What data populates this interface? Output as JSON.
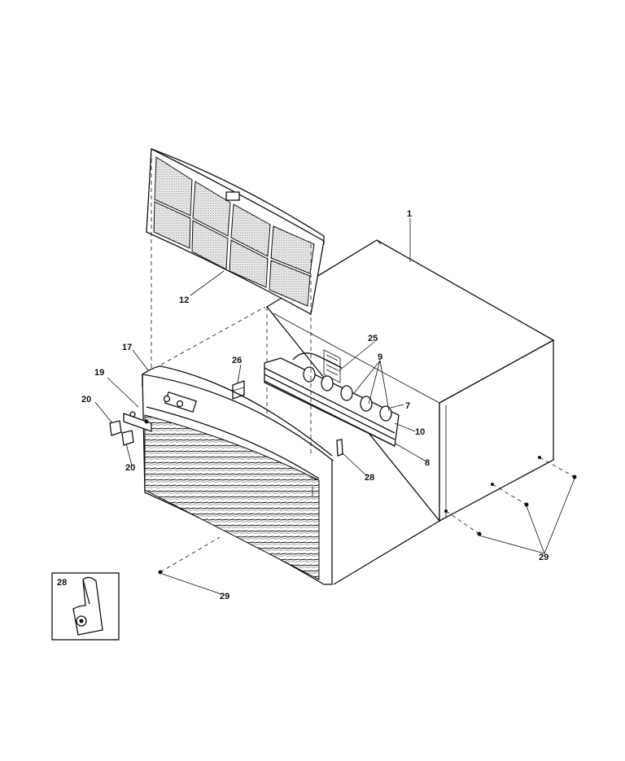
{
  "callouts": {
    "c1": "1",
    "c12": "12",
    "c17": "17",
    "c19": "19",
    "c20a": "20",
    "c20b": "20",
    "c25": "25",
    "c26": "26",
    "c28a": "28",
    "c28b": "28",
    "c9": "9",
    "c7": "7",
    "c10": "10",
    "c8": "8",
    "c29a": "29",
    "c29b": "29"
  },
  "colors": {
    "line": "#111111",
    "background": "#ffffff"
  }
}
